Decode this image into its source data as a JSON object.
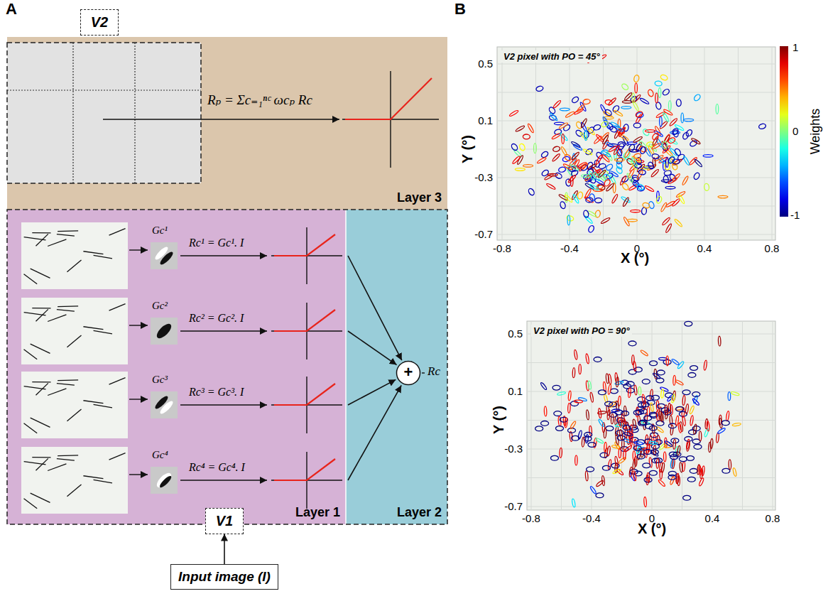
{
  "diagram": {
    "nodes": [
      {
        "text": [
          "Layer 3"
        ]
      },
      {
        "text": [
          "V2"
        ]
      },
      {
        "text": [
          "Layer 1"
        ]
      },
      {
        "text": [
          "Layer 2"
        ]
      },
      {
        "text": [
          "+"
        ],
        "in": 3
      },
      {
        "text": [
          "V1"
        ]
      },
      {
        "text": [
          "Input image (I)"
        ]
      },
      {
        "text": [
          "V2 pixel with PO = 45°"
        ]
      },
      {
        "text": [
          "V2 pixel with PO = 90°"
        ]
      }
    ],
    "edges": [
      {
        "from": 6,
        "to": 5,
        "arrow": "to"
      }
    ],
    "labels": [
      "A",
      "B",
      "Rₚ = Σc₌₁ⁿᶜ ωcₚ Rc",
      "Gc¹",
      "Gc²",
      "Gc³",
      "Gc⁴",
      "Rc¹ = Gc¹. I",
      "Rc² = Gc². I",
      "Rc³ = Gc³. I",
      "Rc⁴ = Gc⁴. I",
      "Rc",
      "0.5",
      "0.1",
      "-0.3",
      "-0.7",
      "-0.8",
      "-0.4",
      "0",
      "0.4",
      "0.8",
      "X (°)",
      "Y (°)",
      "0.5",
      "0.1",
      "-0.3",
      "-0.7",
      "-0.8",
      "-0.4",
      "0",
      "0.4",
      "0.8",
      "X (°)",
      "Y (°)",
      "1",
      "0",
      "-1",
      "Weights"
    ]
  }
}
